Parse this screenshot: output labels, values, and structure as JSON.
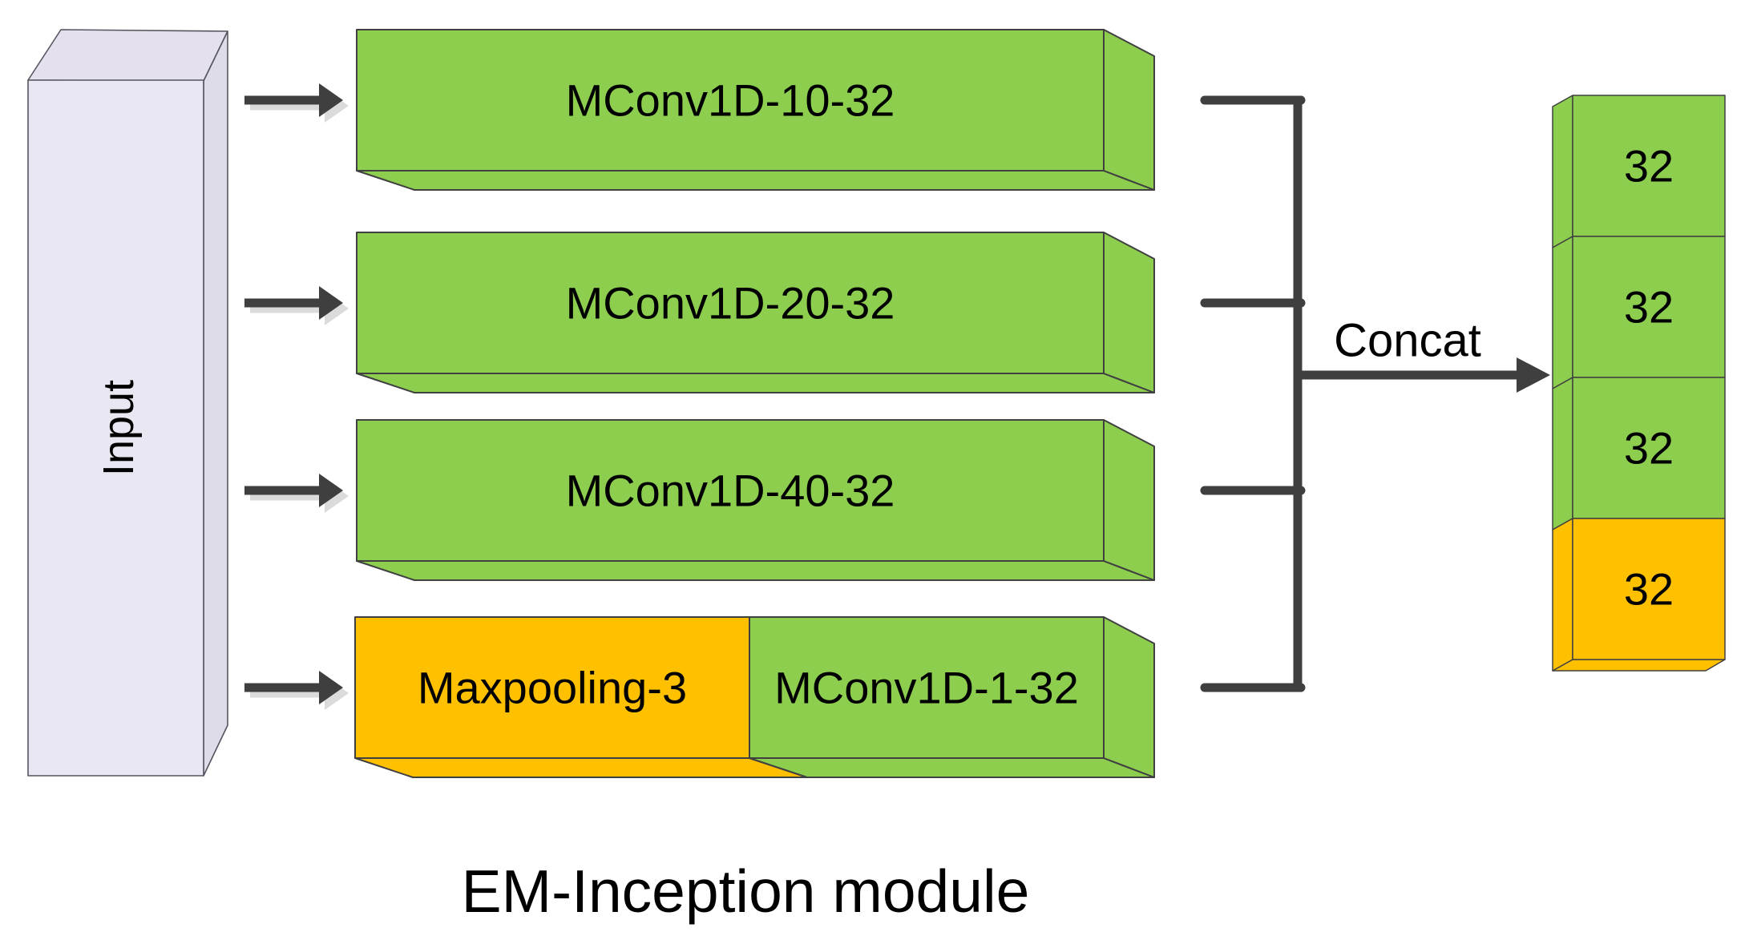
{
  "diagram": {
    "caption": "EM-Inception module",
    "input_label": "Input",
    "concat_label": "Concat",
    "branches": [
      {
        "label": "MConv1D-10-32"
      },
      {
        "label": "MConv1D-20-32"
      },
      {
        "label": "MConv1D-40-32"
      },
      {
        "pool_label": "Maxpooling-3",
        "conv_label": "MConv1D-1-32"
      }
    ],
    "output_channels": [
      "32",
      "32",
      "32",
      "32"
    ]
  },
  "colors": {
    "conv_green": "#8DCE4E",
    "pool_orange": "#FFC000",
    "input_front": "#E9E7F1",
    "input_top": "#E4E1ED",
    "input_side": "#DFDCEA",
    "line_dark": "#3F3F3F",
    "arrow_shadow": "#DBDBDB",
    "label_color": "#000000"
  }
}
